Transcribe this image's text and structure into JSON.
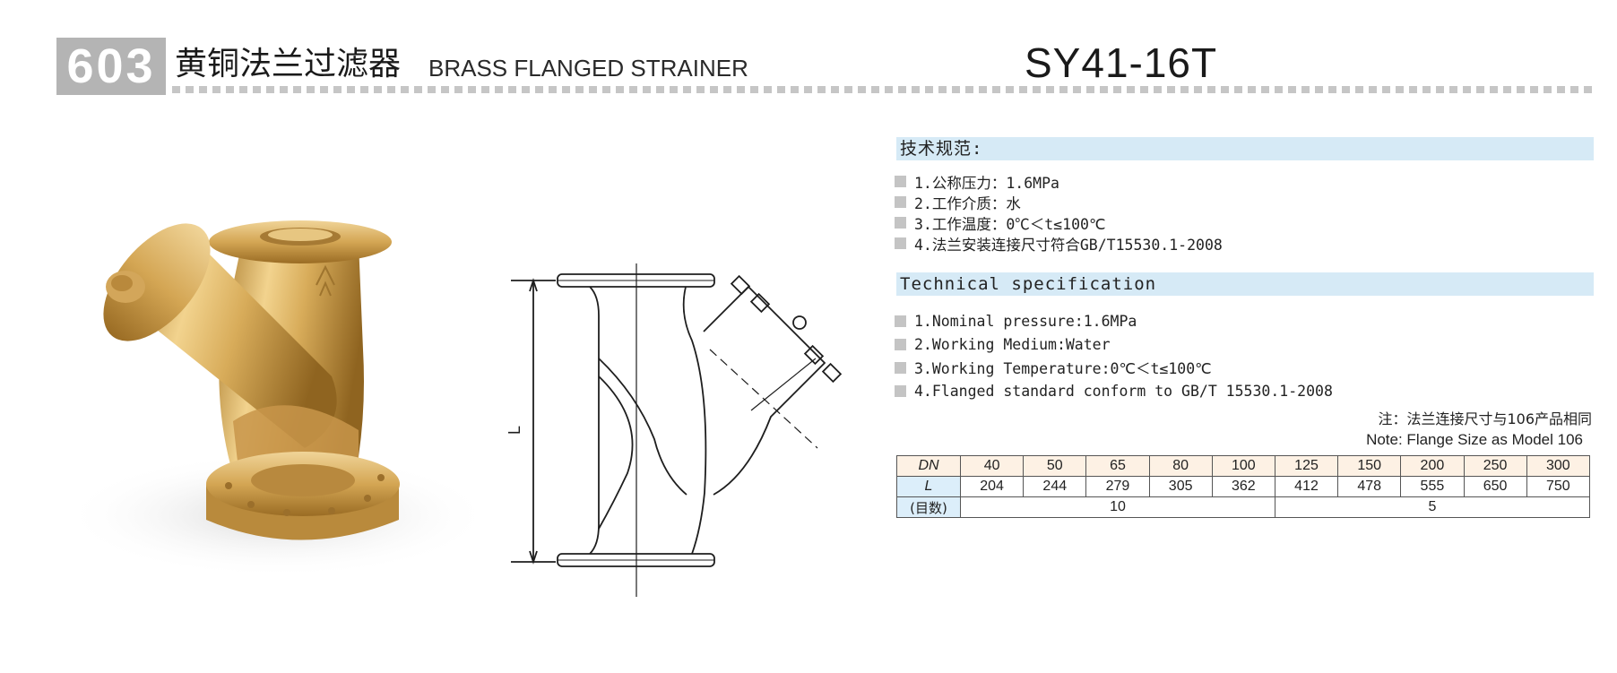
{
  "header": {
    "number": "603",
    "title_cn": "黄铜法兰过滤器",
    "title_en": "BRASS FLANGED STRAINER",
    "model": "SY41-16T"
  },
  "spec_cn": {
    "title": "技术规范:",
    "items": [
      "1.公称压力：1.6MPa",
      "2.工作介质：水",
      "3.工作温度：0℃＜t≤100℃",
      "4.法兰安装连接尺寸符合GB/T15530.1-2008"
    ]
  },
  "spec_en": {
    "title": "Technical specification",
    "items": [
      "1.Nominal pressure:1.6MPa",
      "2.Working Medium:Water",
      "3.Working Temperature:0℃＜t≤100℃",
      "4.Flanged standard conform to GB/T 15530.1-2008"
    ]
  },
  "notes": {
    "cn": "注：法兰连接尺寸与106产品相同",
    "en": "Note: Flange Size as Model 106"
  },
  "drawing": {
    "dimension_label": "L"
  },
  "table": {
    "dn_label": "DN",
    "l_label": "L",
    "mesh_label": "(目数)",
    "dn": [
      "40",
      "50",
      "65",
      "80",
      "100",
      "125",
      "150",
      "200",
      "250",
      "300"
    ],
    "l": [
      "204",
      "244",
      "279",
      "305",
      "362",
      "412",
      "478",
      "555",
      "650",
      "750"
    ],
    "mesh": [
      "10",
      "5"
    ]
  },
  "colors": {
    "header_box": "#b4b4b4",
    "section_bar": "#d6eaf6",
    "table_dn_fill": "#fdf1e4",
    "table_label_fill": "#dceefa",
    "brass": "#d9ae5c"
  }
}
